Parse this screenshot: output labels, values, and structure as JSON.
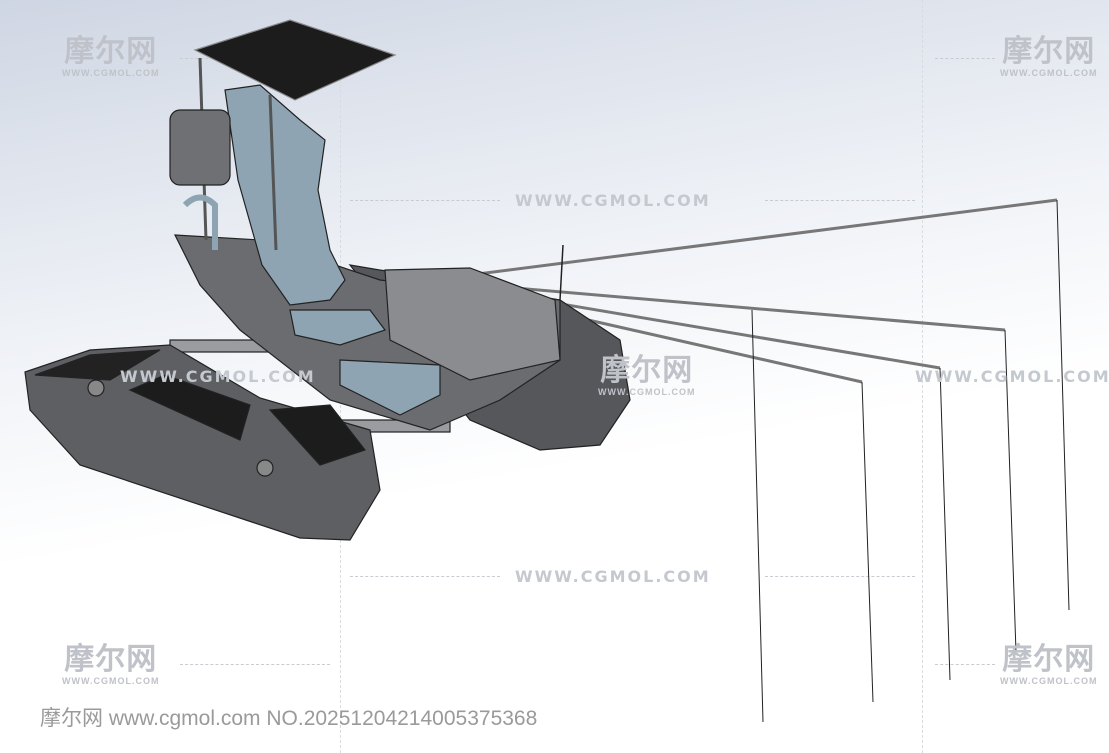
{
  "watermark": {
    "logo_cn": "摩尔网",
    "logo_en": "WWW.CGMOL.COM",
    "url_text": "WWW.CGMOL.COM"
  },
  "footer": {
    "text": "摩尔网 www.cgmol.com NO.20251204214005375368"
  },
  "colors": {
    "body": "#5f6165",
    "seat": "#8ea4b2",
    "panel": "#1c1c1c"
  }
}
